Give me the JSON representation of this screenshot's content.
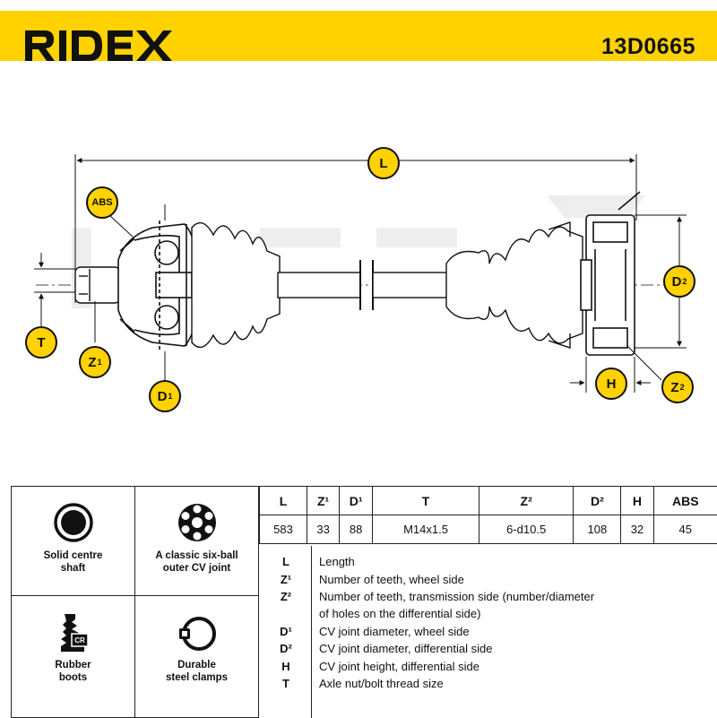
{
  "brand": {
    "name": "RIDEX",
    "part_number": "13D0665",
    "accent_color": "#ffd200"
  },
  "drawing": {
    "callouts": {
      "L": "L",
      "ABS": "ABS",
      "T": "T",
      "Z1": "Z",
      "D1": "D",
      "D2": "D",
      "H": "H",
      "Z2": "Z"
    },
    "sup1": "1",
    "sup2": "2"
  },
  "features": [
    {
      "icon": "solid-shaft-icon",
      "label_line1": "Solid centre",
      "label_line2": "shaft"
    },
    {
      "icon": "six-ball-joint-icon",
      "label_line1": "A classic six-ball",
      "label_line2": "outer CV joint"
    },
    {
      "icon": "rubber-boot-icon",
      "label_line1": "Rubber",
      "label_line2": "boots"
    },
    {
      "icon": "steel-clamp-icon",
      "label_line1": "Durable",
      "label_line2": "steel clamps"
    }
  ],
  "spec_table": {
    "headers": [
      "L",
      "Z¹",
      "D¹",
      "T",
      "Z²",
      "D²",
      "H",
      "ABS"
    ],
    "values": [
      "583",
      "33",
      "88",
      "M14x1.5",
      "6-d10.5",
      "108",
      "32",
      "45"
    ]
  },
  "legend": [
    {
      "key": "L",
      "desc": "Length"
    },
    {
      "key": "Z¹",
      "desc": "Number of teeth, wheel side"
    },
    {
      "key": "Z²",
      "desc": "Number of teeth, transmission side (number/diameter"
    },
    {
      "key": "",
      "desc": "of holes on the differential side)"
    },
    {
      "key": "D¹",
      "desc": "CV joint diameter, wheel side"
    },
    {
      "key": "D²",
      "desc": "CV joint diameter, differential side"
    },
    {
      "key": "H",
      "desc": "CV joint height, differential side"
    },
    {
      "key": "T",
      "desc": "Axle nut/bolt thread size"
    }
  ]
}
